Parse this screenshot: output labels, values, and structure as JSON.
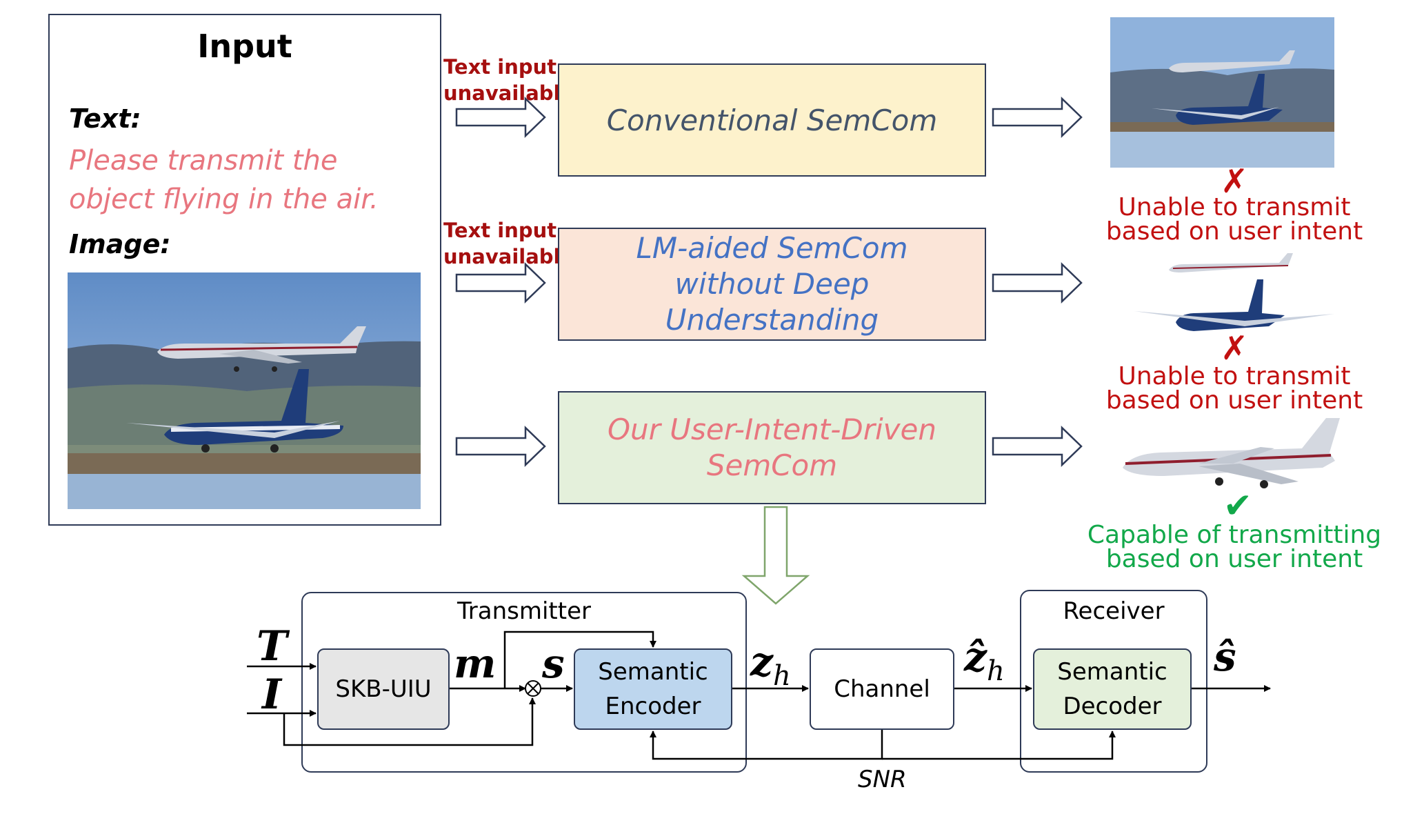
{
  "input_panel": {
    "title": "Input",
    "text_label": "Text:",
    "text_value": "Please transmit the object flying in the air.",
    "image_label": "Image:"
  },
  "annotations": {
    "text_unavailable_1": "Text input unavailable",
    "text_unavailable_2": "Text input unavailable"
  },
  "methods": {
    "conventional": "Conventional SemCom",
    "lm_aided": "LM-aided SemCom without Deep Understanding",
    "ours": "Our User-Intent-Driven SemCom"
  },
  "outcomes": {
    "fail_1": "Unable to transmit based on user intent",
    "fail_2": "Unable to transmit based on user intent",
    "success": "Capable of transmitting based on user intent"
  },
  "system": {
    "transmitter_label": "Transmitter",
    "receiver_label": "Receiver",
    "skb_uiu": "SKB-UIU",
    "semantic_encoder": "Semantic Encoder",
    "channel": "Channel",
    "semantic_decoder": "Semantic Decoder",
    "snr_label": "SNR",
    "sym_T": "T",
    "sym_I": "I",
    "sym_m": "m",
    "sym_s": "s",
    "sym_z": "z",
    "sym_h": "h",
    "sym_zhat": "ẑ",
    "sym_h2": "h",
    "sym_shat": "ŝ"
  },
  "colors": {
    "outline": "#2e3a57",
    "prompt_pink": "#e8767f",
    "annotation_red": "#a50f0f",
    "fail_red": "#c21010",
    "success_green": "#12a84a",
    "conventional_fill": "#fdf2cc",
    "lm_fill": "#fbe5d8",
    "ours_fill": "#e4f0db",
    "encoder_fill": "#bdd6ee",
    "decoder_fill": "#e4f0db",
    "skb_fill": "#e6e6e6"
  }
}
